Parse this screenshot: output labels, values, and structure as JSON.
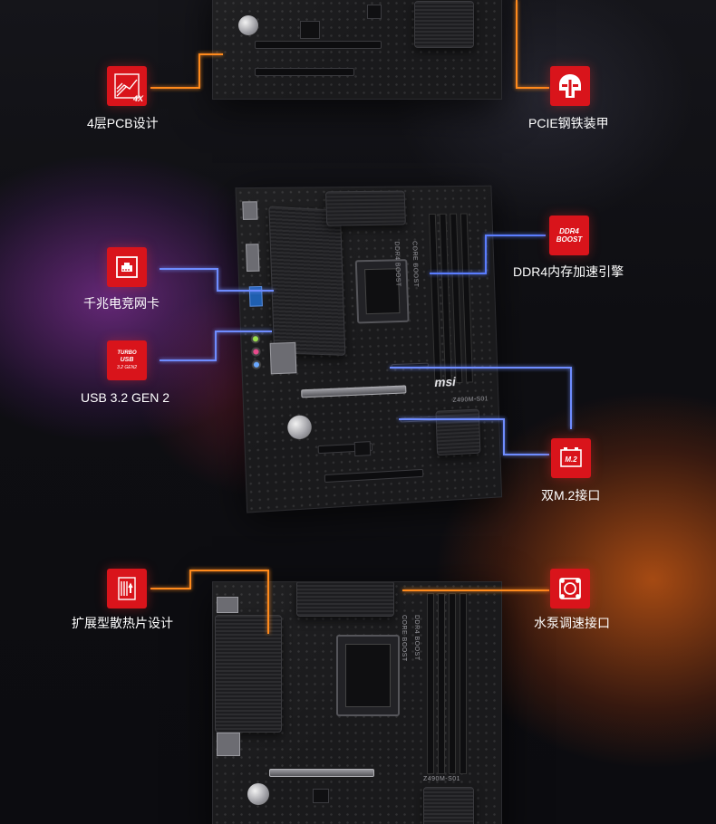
{
  "features": [
    {
      "id": "pcb",
      "label": "4层PCB设计",
      "icon": "pcb-4x-icon",
      "icon_text": "4X"
    },
    {
      "id": "pcie-armor",
      "label": "PCIE钢铁装甲",
      "icon": "helmet-icon",
      "icon_text": ""
    },
    {
      "id": "ddr4",
      "label": "DDR4内存加速引擎",
      "icon": "ddr4-boost-icon",
      "icon_text": "DDR4 BOOST"
    },
    {
      "id": "lan",
      "label": "千兆电竞网卡",
      "icon": "ethernet-port-icon",
      "icon_text": ""
    },
    {
      "id": "usb",
      "label": "USB 3.2 GEN 2",
      "icon": "turbo-usb-icon",
      "icon_text": "TURBO USB · USB 3.2 GEN2"
    },
    {
      "id": "m2",
      "label": "双M.2接口",
      "icon": "m2-icon",
      "icon_text": "M.2"
    },
    {
      "id": "heatsink",
      "label": "扩展型散热片设计",
      "icon": "heatsink-icon",
      "icon_text": ""
    },
    {
      "id": "pump",
      "label": "水泵调速接口",
      "icon": "pump-fan-icon",
      "icon_text": ""
    }
  ],
  "board": {
    "brand": "msi",
    "model": "Z490M-S01",
    "print_core": "CORE BOOST",
    "print_ddr": "DDR4 BOOST"
  },
  "colors": {
    "icon_red": "#d9141b",
    "line_orange": "#ff8a1e",
    "line_blue": "#5a7dff",
    "label_white": "#ffffff"
  }
}
